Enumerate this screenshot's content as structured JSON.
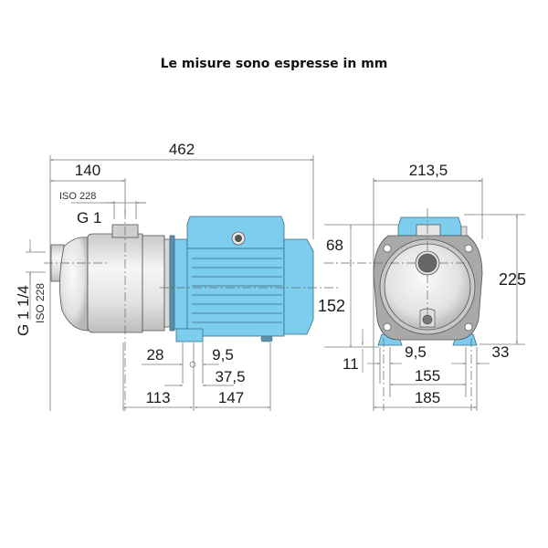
{
  "title": "Le misure sono espresse in mm",
  "colors": {
    "motor_blue": "#7ccdee",
    "motor_outline": "#3a6d85",
    "casing_steel": "#e4e4e4",
    "casing_outline": "#555555",
    "dim_line": "#666666",
    "text": "#1a1a1a"
  },
  "side_view": {
    "overall_length": "462",
    "outlet_offset": "140",
    "outlet_thread_standard": "ISO 228",
    "outlet_thread": "G 1",
    "inlet_thread": "G 1 1/4",
    "inlet_thread_standard": "ISO 228",
    "foot_width": "28",
    "foot_hole": "9,5",
    "foot_span": "37,5",
    "front_to_foot": "113",
    "foot_to_rear": "147",
    "axis_height": "152"
  },
  "front_view": {
    "overall_width": "213,5",
    "axis_to_top": "68",
    "overall_height": "225",
    "foot_thickness": "11",
    "foot_hole": "9,5",
    "foot_edge": "33",
    "hole_spacing": "155",
    "base_width": "185"
  }
}
